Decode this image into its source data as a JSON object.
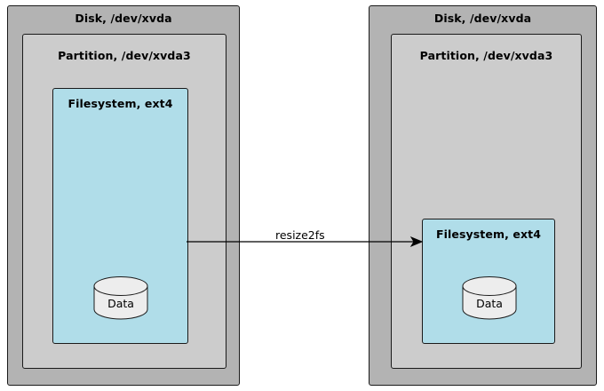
{
  "diagram": {
    "title": "",
    "colors": {
      "disk_fill": "#b3b3b3",
      "partition_fill": "#cccccc",
      "filesystem_fill": "#b0dde9",
      "cylinder_fill": "#ededed",
      "stroke": "#1a1a1a",
      "background": "#ffffff"
    },
    "before": {
      "disk_label": "Disk, /dev/xvda",
      "partition_label": "Partition, /dev/xvda3",
      "filesystem_label": "Filesystem, ext4",
      "data_label": "Data"
    },
    "after": {
      "disk_label": "Disk, /dev/xvda",
      "partition_label": "Partition, /dev/xvda3",
      "filesystem_label": "Filesystem, ext4",
      "data_label": "Data"
    },
    "transition": {
      "label": "resize2fs",
      "direction": "right-to-left-source"
    }
  }
}
